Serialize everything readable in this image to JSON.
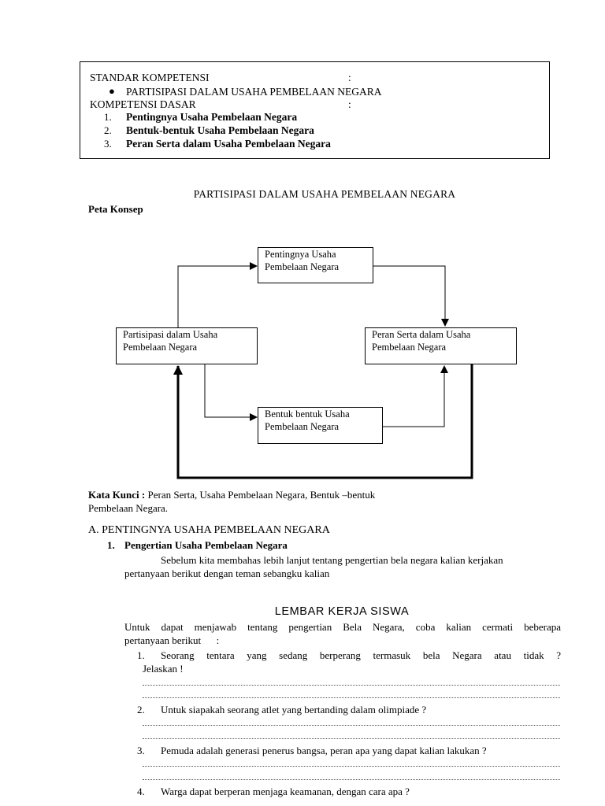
{
  "header": {
    "standar_label": "STANDAR KOMPETENSI",
    "colon": ":",
    "standar_item": "PARTISIPASI DALAM USAHA PEMBELAAN NEGARA",
    "kompetensi_label": "KOMPETENSI DASAR",
    "kompetensi_items": [
      {
        "num": "1.",
        "text": "Pentingnya Usaha Pembelaan Negara"
      },
      {
        "num": "2.",
        "text": "Bentuk-bentuk Usaha Pembelaan Negara"
      },
      {
        "num": "3.",
        "text": "Peran Serta dalam Usaha Pembelaan Negara"
      }
    ]
  },
  "main_title": "PARTISIPASI DALAM USAHA PEMBELAAN NEGARA",
  "peta_label": "Peta Konsep",
  "diagram": {
    "node_top": {
      "line1": "Pentingnya Usaha",
      "line2": "Pembelaan Negara"
    },
    "node_left": {
      "line1": "Partisipasi dalam Usaha",
      "line2": "Pembelaan Negara"
    },
    "node_right": {
      "line1": "Peran Serta dalam Usaha",
      "line2": "Pembelaan Negara"
    },
    "node_bottom": {
      "line1": "Bentuk bentuk Usaha",
      "line2": "Pembelaan Negara"
    }
  },
  "kata_kunci": {
    "label": "Kata Kunci :",
    "text1": "Peran Serta, Usaha Pembelaan Negara, Bentuk –bentuk",
    "text2": "Pembelaan Negara."
  },
  "section_a": {
    "heading": "A. PENTINGNYA USAHA PEMBELAAN NEGARA",
    "sub_num": "1.",
    "sub_title": "Pengertian Usaha Pembelaan Negara",
    "para_line1": "Sebelum kita membahas lebih lanjut tentang pengertian bela negara kalian kerjakan",
    "para_line2": "pertanyaan berikut dengan teman sebangku kalian"
  },
  "lks": {
    "title": "LEMBAR KERJA SISWA",
    "intro_line1": "Untuk dapat menjawab tentang pengertian Bela Negara, coba kalian cermati beberapa",
    "intro_line2": "pertanyaan berikut      :",
    "questions": [
      {
        "num": "1.",
        "line1": "Seorang tentara yang sedang berperang termasuk bela Negara atau tidak ?",
        "line2": "Jelaskan !"
      },
      {
        "num": "2.",
        "line1": "Untuk siapakah  seorang atlet yang bertanding dalam olimpiade ?"
      },
      {
        "num": "3.",
        "line1": "Pemuda adalah generasi penerus bangsa, peran apa yang dapat kalian lakukan ?"
      },
      {
        "num": "4.",
        "line1": "Warga dapat berperan menjaga keamanan, dengan cara apa ?"
      }
    ]
  }
}
